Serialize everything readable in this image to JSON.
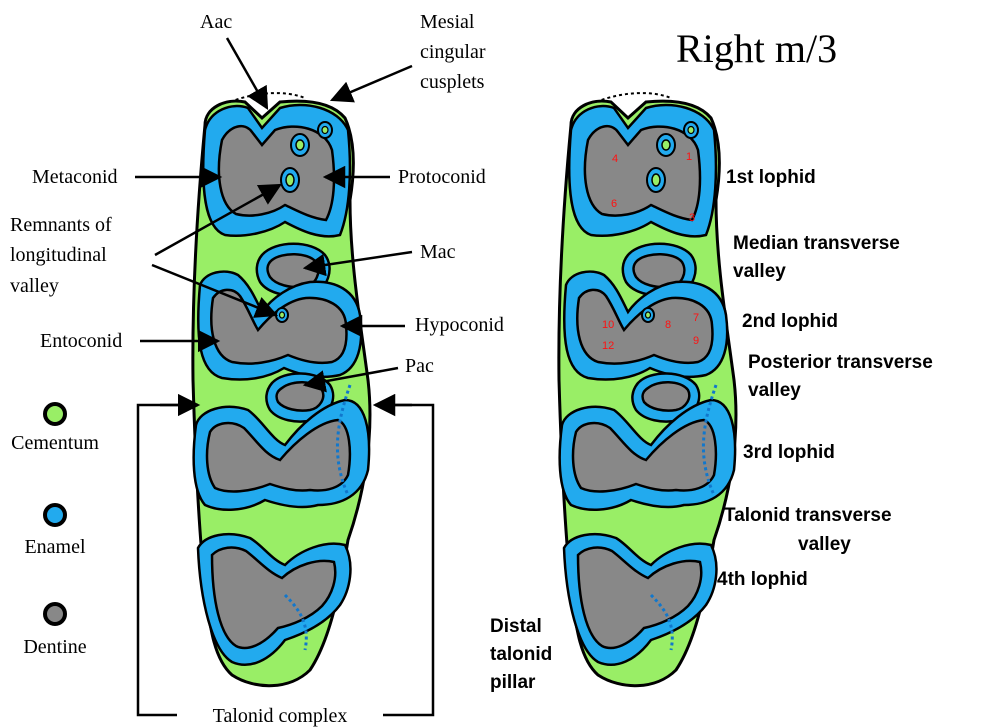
{
  "title": "Right m/3",
  "colors": {
    "cementum": "#99ee66",
    "enamel": "#22aaee",
    "dentine": "#888888",
    "numbers": "#ff1111"
  },
  "left_labels": {
    "aac": "Aac",
    "mesial_line1": "Mesial",
    "mesial_line2": "cingular",
    "mesial_line3": "cusplets",
    "metaconid": "Metaconid",
    "protoconid": "Protoconid",
    "remnants_line1": "Remnants of",
    "remnants_line2": "longitudinal",
    "remnants_line3": "valley",
    "mac": "Mac",
    "entoconid": "Entoconid",
    "hypoconid": "Hypoconid",
    "pac": "Pac",
    "talonid_complex": "Talonid complex"
  },
  "legend": [
    {
      "label": "Cementum",
      "color_key": "cementum"
    },
    {
      "label": "Enamel",
      "color_key": "enamel"
    },
    {
      "label": "Dentine",
      "color_key": "dentine"
    }
  ],
  "right_labels": {
    "lophid1": "1st lophid",
    "median_line1": "Median transverse",
    "median_line2": "valley",
    "lophid2": "2nd lophid",
    "posterior_line1": "Posterior transverse",
    "posterior_line2": "valley",
    "lophid3": "3rd lophid",
    "talonid_line1": "Talonid transverse",
    "talonid_line2": "valley",
    "lophid4": "4th lophid",
    "distal_line1": "Distal",
    "distal_line2": "talonid",
    "distal_line3": "pillar"
  },
  "cusp_numbers": [
    "1",
    "3",
    "4",
    "6",
    "7",
    "8",
    "9",
    "10",
    "12"
  ]
}
